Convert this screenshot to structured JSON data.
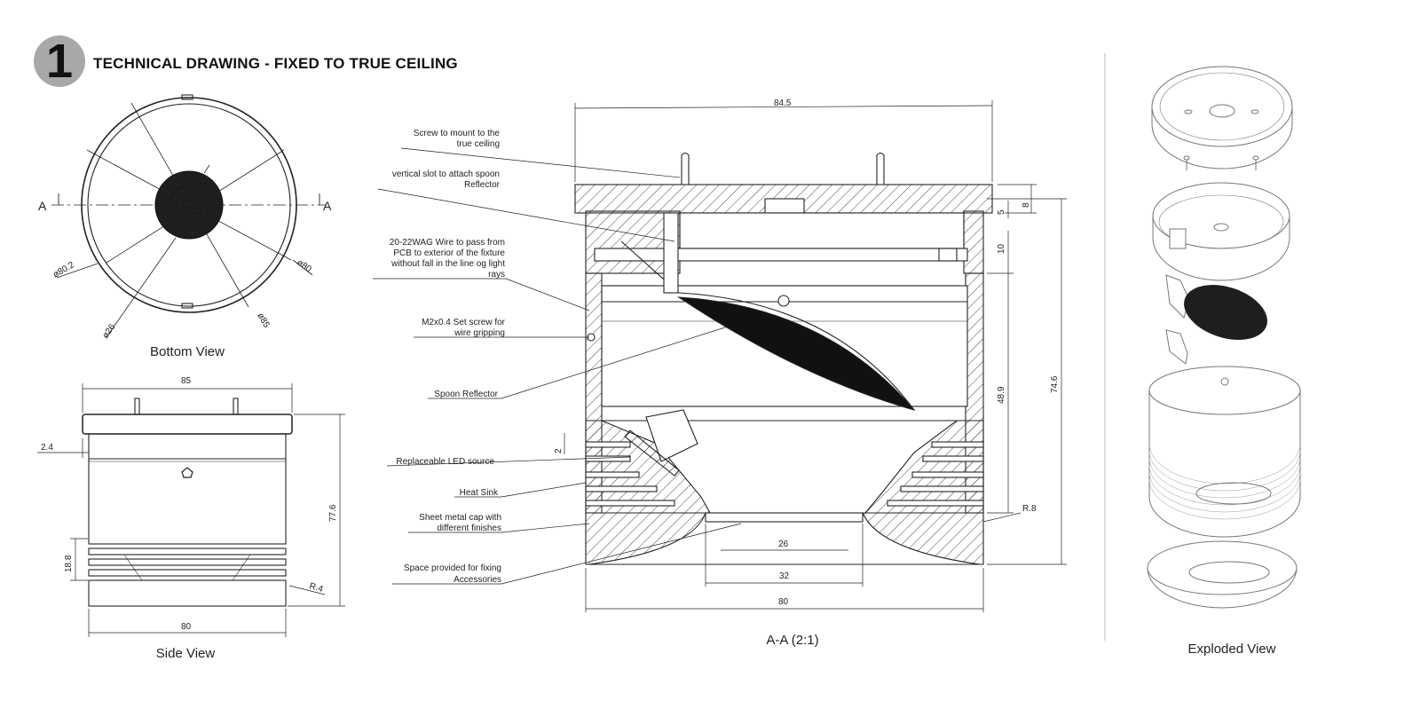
{
  "header": {
    "number": "1",
    "title": "TECHNICAL DRAWING - FIXED TO TRUE CEILING"
  },
  "bottom_view": {
    "caption": "Bottom View",
    "section_mark": "A",
    "dims": {
      "d80_2": "ø80.2",
      "d80": "ø80",
      "d26": "ø26",
      "d85": "ø85"
    }
  },
  "side_view": {
    "caption": "Side View",
    "dims": {
      "width_top": "85",
      "width_bottom": "80",
      "height": "77.6",
      "lip": "2.4",
      "fins": "18.8",
      "radius": "R.4"
    }
  },
  "section_view": {
    "caption": "A-A (2:1)",
    "callouts": {
      "screw": [
        "Screw to mount to the",
        "true ceiling"
      ],
      "slot": [
        "vertical slot to attach spoon",
        "Reflector"
      ],
      "wire": [
        "20-22WAG Wire to pass from",
        "PCB to exterior of the fixture",
        "without fall in the line og light",
        "rays"
      ],
      "set_screw": [
        "M2x0.4 Set screw for",
        "wire gripping"
      ],
      "reflector": [
        "Spoon Reflector"
      ],
      "led": [
        "Replaceable LED source"
      ],
      "heatsink": [
        "Heat Sink"
      ],
      "cap": [
        "Sheet metal cap with",
        "different finishes"
      ],
      "space": [
        "Space provided for fixing",
        "Accessories"
      ]
    },
    "dims": {
      "top_width": "84.5",
      "d8": "8",
      "d5": "5",
      "d10": "10",
      "d48_9": "48.9",
      "d74_6": "74.6",
      "r8": "R.8",
      "d2": "2",
      "d26": "26",
      "d32": "32",
      "d80": "80"
    }
  },
  "exploded_view": {
    "caption": "Exploded View"
  },
  "colors": {
    "ink": "#222222",
    "badge": "#a8a8a8",
    "fill_dark": "#111111",
    "faint": "#777777"
  }
}
